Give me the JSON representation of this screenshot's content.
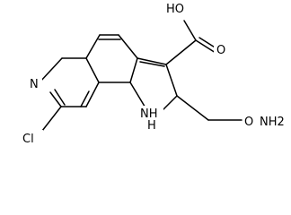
{
  "molecule": {
    "atom_labels": {
      "carboxyl_oh": "HO",
      "carbonyl_o": "O",
      "ring_nitrogen": "N",
      "indole_nh": "NH",
      "indole_h": "H",
      "chlorine": "Cl",
      "ether_o": "O",
      "amine": "NH2"
    }
  }
}
